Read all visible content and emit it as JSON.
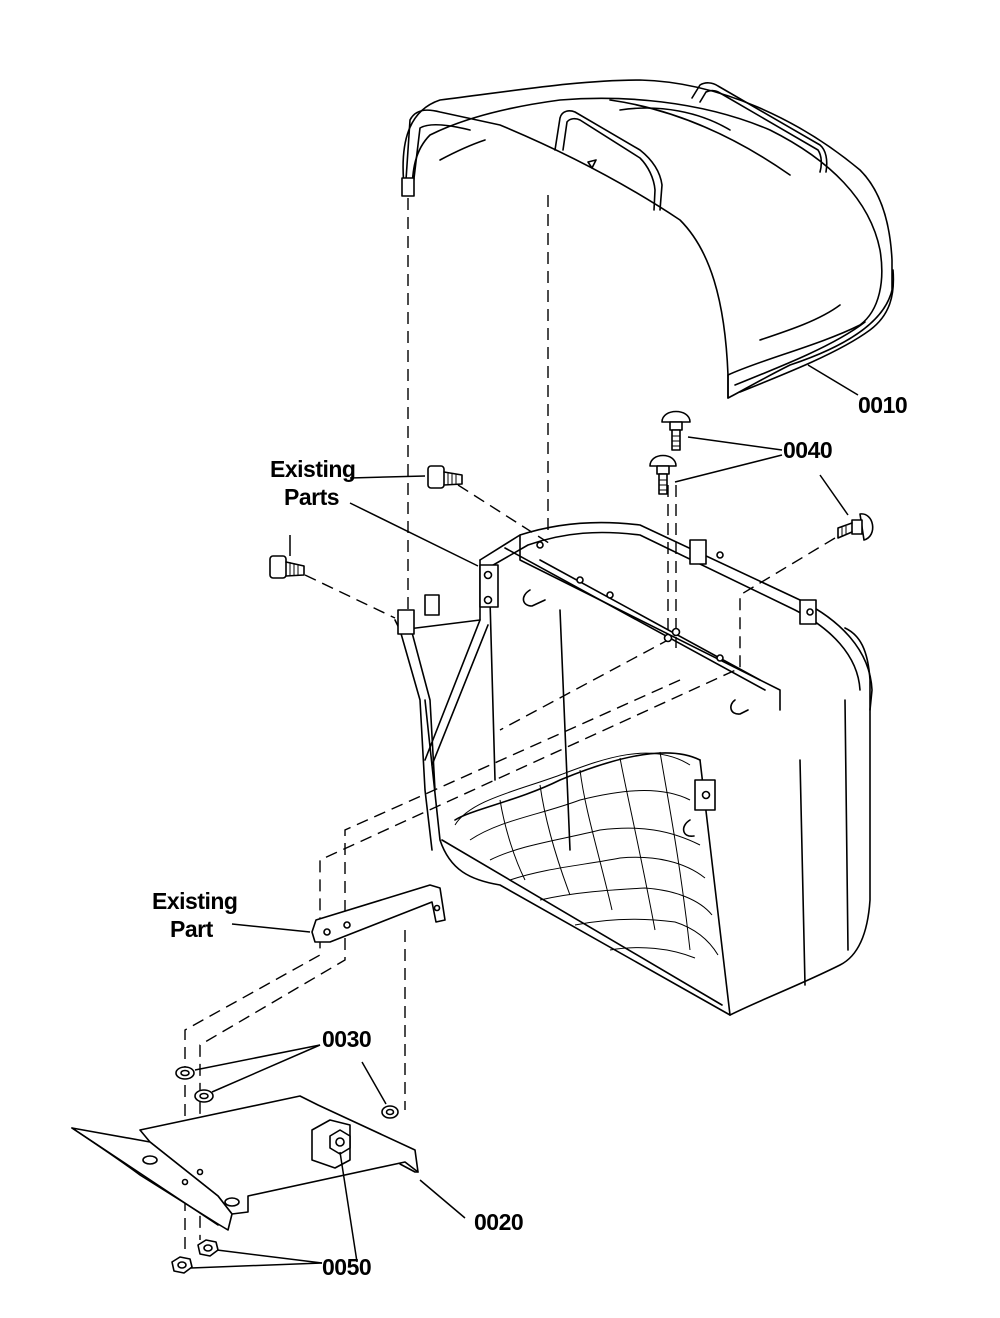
{
  "callouts": {
    "bag_cover": "0010",
    "deflector_plate": "0020",
    "washers": "0030",
    "carriage_bolts": "0040",
    "nuts": "0050",
    "existing_parts_line1": "Existing",
    "existing_parts_line2": "Parts",
    "existing_part_line1": "Existing",
    "existing_part_line2": "Part"
  }
}
